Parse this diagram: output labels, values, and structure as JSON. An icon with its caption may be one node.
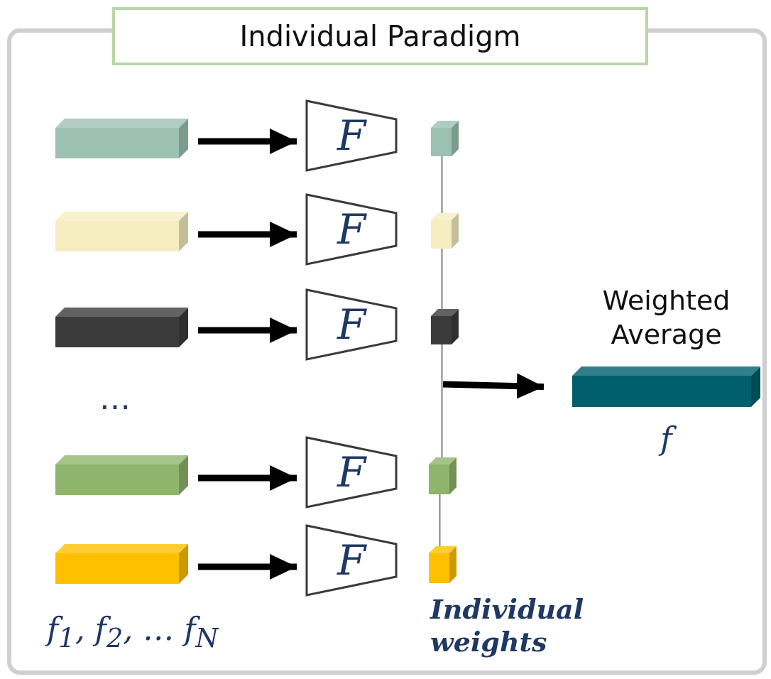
{
  "diagram": {
    "nodes": [
      {
        "text": [],
        "shape": "box"
      },
      {
        "text": [
          "Individual Paradigm"
        ]
      },
      {
        "text": [],
        "shape": "bar",
        "in": 0
      },
      {
        "text": [],
        "shape": "bar",
        "in": 0
      },
      {
        "text": [],
        "shape": "bar",
        "in": 0
      },
      {
        "text": [],
        "shape": "bar",
        "in": 0
      },
      {
        "text": [],
        "shape": "bar",
        "in": 0
      },
      {
        "text": [
          "F"
        ],
        "in": 0
      },
      {
        "text": [
          "F"
        ],
        "in": 0
      },
      {
        "text": [
          "F"
        ],
        "in": 0
      },
      {
        "text": [
          "F"
        ],
        "in": 0
      },
      {
        "text": [
          "F"
        ],
        "in": 0
      },
      {
        "text": [],
        "shape": "box",
        "in": 0
      },
      {
        "text": [],
        "shape": "box",
        "in": 0
      },
      {
        "text": [],
        "shape": "box",
        "in": 0
      },
      {
        "text": [],
        "shape": "box",
        "in": 0
      },
      {
        "text": [],
        "shape": "box",
        "in": 0
      },
      {
        "text": [],
        "shape": "bar",
        "in": 0,
        "beside": [
          "Weighted Average",
          "f"
        ]
      }
    ],
    "edges": [
      {
        "from": 2,
        "to": 7,
        "arrow": "to"
      },
      {
        "from": 3,
        "to": 8,
        "arrow": "to"
      },
      {
        "from": 4,
        "to": 9,
        "arrow": "to"
      },
      {
        "from": 5,
        "to": 10,
        "arrow": "to"
      },
      {
        "from": 6,
        "to": 11,
        "arrow": "to"
      },
      {
        "from": 12,
        "to": 13,
        "arrow": "none",
        "color": "#808080"
      },
      {
        "from": 13,
        "to": 14,
        "arrow": "none",
        "color": "#808080"
      },
      {
        "from": 14,
        "to": 15,
        "arrow": "none",
        "color": "#808080"
      },
      {
        "from": 15,
        "to": 16,
        "arrow": "none",
        "color": "#808080"
      },
      {
        "from": null,
        "to": 17,
        "arrow": "to"
      }
    ],
    "labels": [
      "…",
      "f$_{1}$, f$_{2}$, … f$_{N}$",
      "Individual weights"
    ]
  }
}
